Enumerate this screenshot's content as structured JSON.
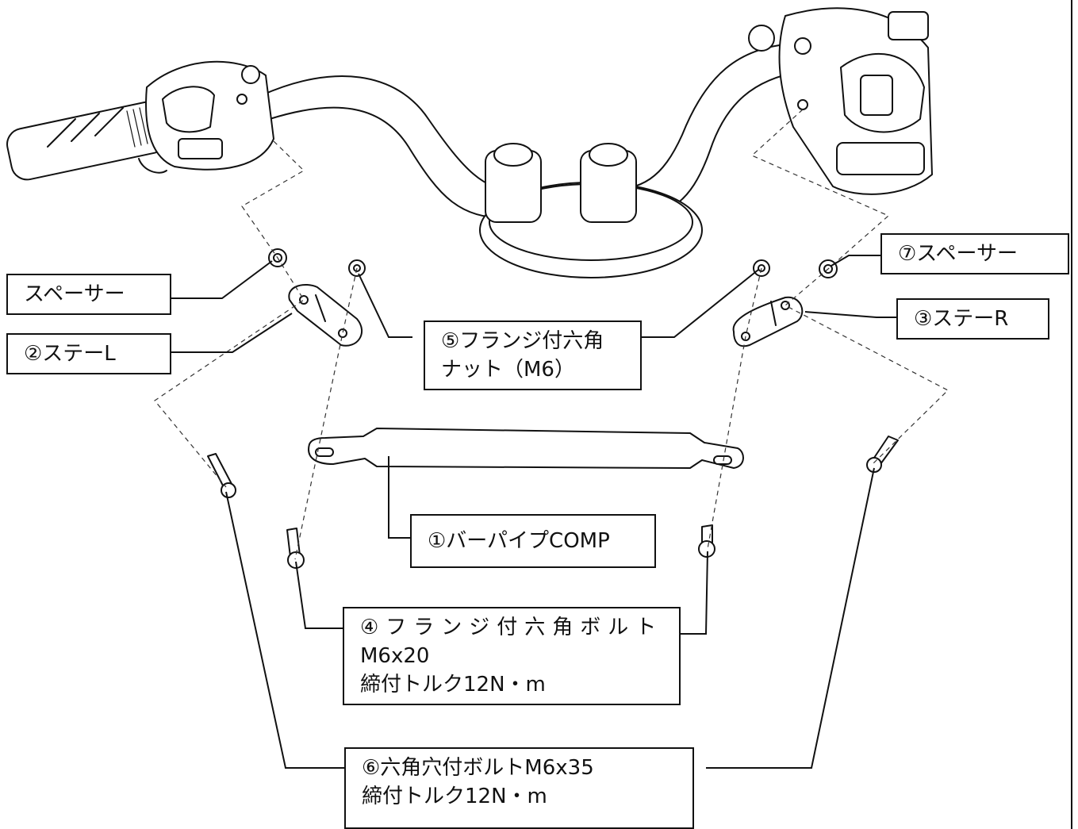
{
  "labels": {
    "spacer_left": "スペーサー",
    "stay_left": "②ステーL",
    "flange_nut": [
      "⑤フランジ付六角",
      "ナット（M6）"
    ],
    "spacer_right": "⑦スペーサー",
    "stay_right": "③ステーR",
    "bar_pipe": "①バーパイプCOMP",
    "flange_bolt": [
      "④フランジ付六角ボルト",
      "M6x20",
      "締付トルク12N・m"
    ],
    "socket_bolt": [
      "⑥六角穴付ボルトM6x35",
      "締付トルク12N・m"
    ]
  }
}
